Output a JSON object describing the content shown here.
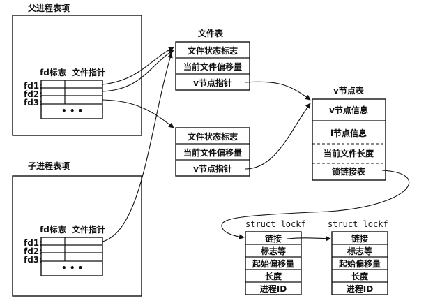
{
  "parent": {
    "title": "父进程表项",
    "col_fd": "fd标志",
    "col_ptr": "文件指针",
    "rows": [
      "fd1:",
      "fd2:",
      "fd3:"
    ],
    "ellipsis": "• • •"
  },
  "child": {
    "title": "子进程表项",
    "col_fd": "fd标志",
    "col_ptr": "文件指针",
    "rows": [
      "fd1:",
      "fd2:",
      "fd3:"
    ],
    "ellipsis": "• • •"
  },
  "file_table": {
    "title": "文件表",
    "entry1": [
      "文件状态标志",
      "当前文件偏移量",
      "v节点指针"
    ],
    "entry2": [
      "文件状态标志",
      "当前文件偏移量",
      "v节点指针"
    ]
  },
  "vnode_table": {
    "title": "v节点表",
    "fields": [
      "v节点信息",
      "i节点信息",
      "当前文件长度",
      "锁链接表"
    ]
  },
  "lockf1": {
    "title": "struct lockf",
    "fields": [
      "链接",
      "标志等",
      "起始偏移量",
      "长度",
      "进程ID"
    ]
  },
  "lockf2": {
    "title": "struct lockf",
    "fields": [
      "链接",
      "标志等",
      "起始偏移量",
      "长度",
      "进程ID"
    ]
  }
}
